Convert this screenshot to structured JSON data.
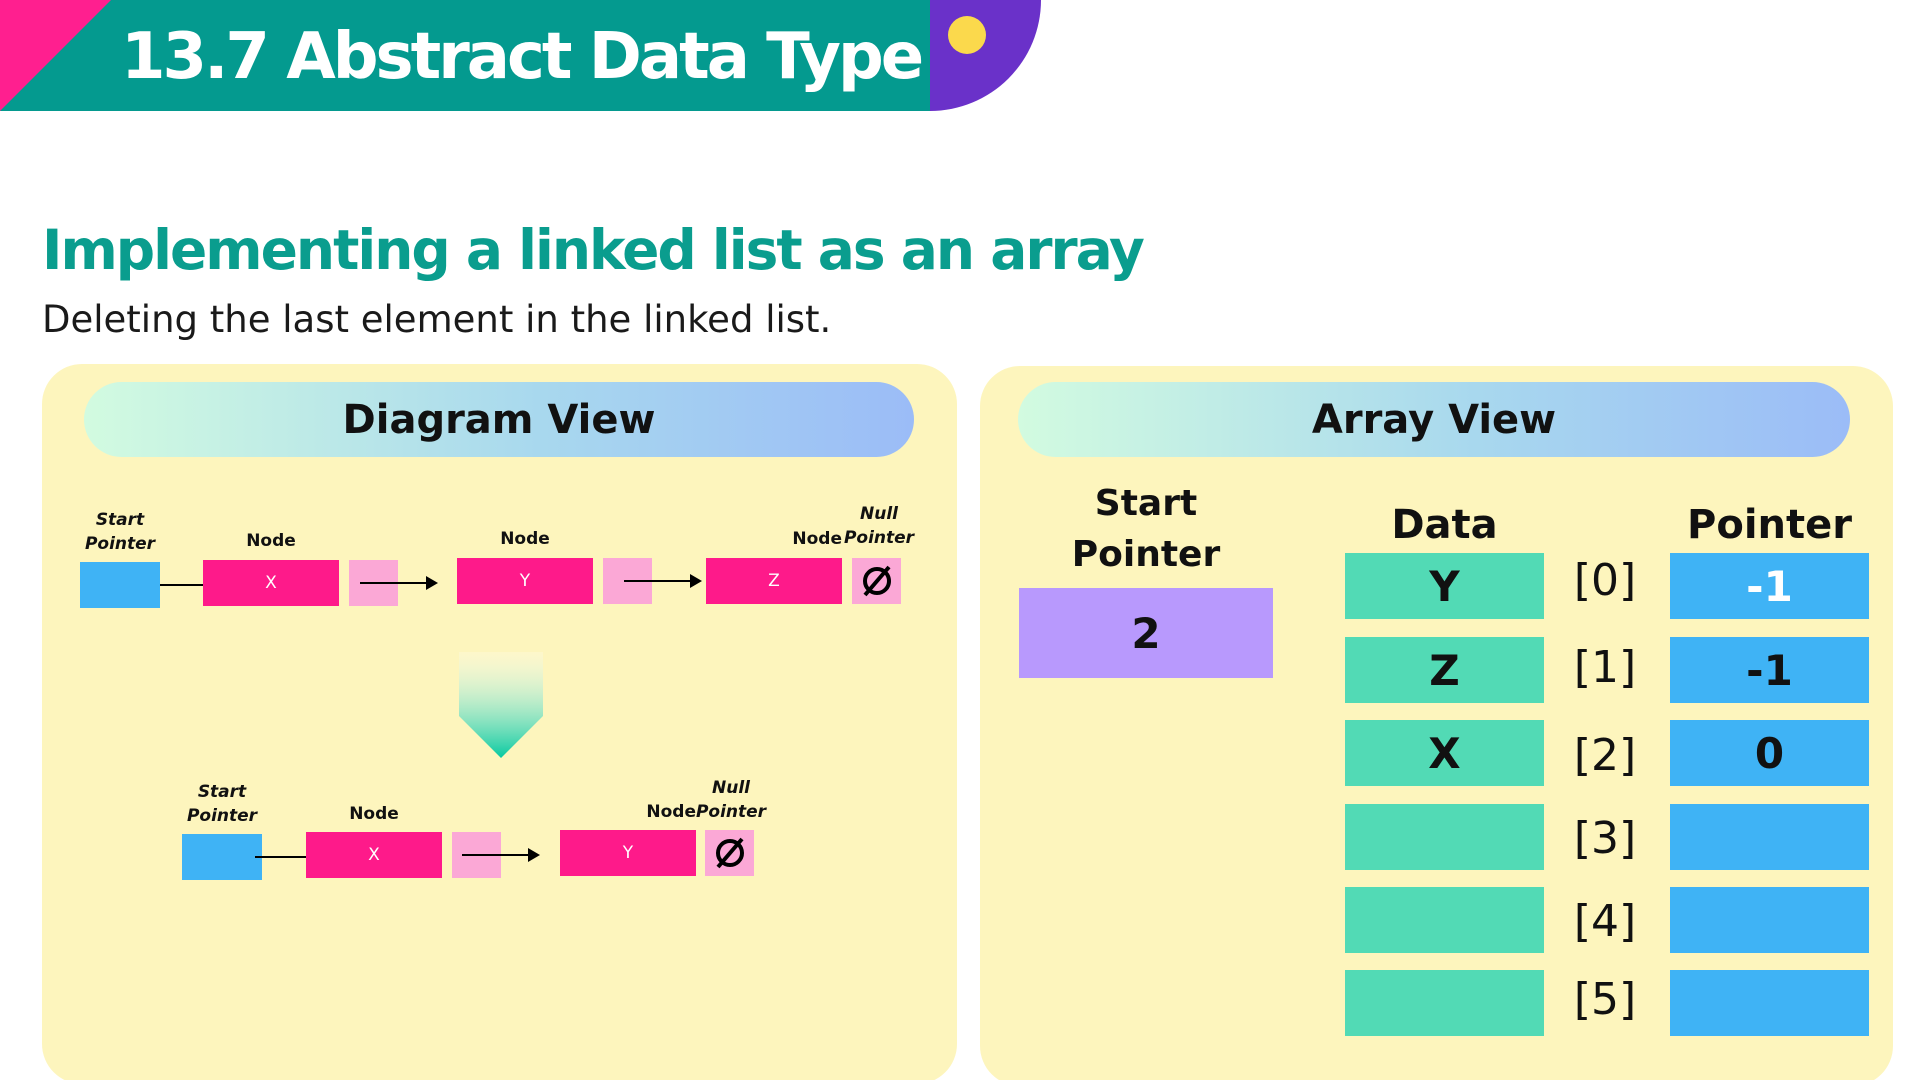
{
  "header": {
    "title": "13.7 Abstract Data Type",
    "colors": {
      "teal": "#049a8f",
      "pink": "#ff1f8f",
      "purple": "#6a31c9",
      "yellow": "#fbd94c"
    }
  },
  "heading": "Implementing a linked list as an array",
  "subheading": "Deleting the last element in the linked list.",
  "diagram_view": {
    "title": "Diagram View",
    "before": {
      "start_label_line1": "Start",
      "start_label_line2": "Pointer",
      "null_label_line1": "Null",
      "null_label_line2": "Pointer",
      "null_symbol": "⌀",
      "nodes": [
        {
          "label": "Node",
          "value": "X"
        },
        {
          "label": "Node",
          "value": "Y"
        },
        {
          "label": "Node",
          "value": "Z"
        }
      ]
    },
    "after": {
      "start_label_line1": "Start",
      "start_label_line2": "Pointer",
      "null_label_line1": "Null",
      "null_label_line2": "Pointer",
      "null_symbol": "⌀",
      "nodes": [
        {
          "label": "Node",
          "value": "X"
        },
        {
          "label": "Node",
          "value": "Y"
        }
      ]
    }
  },
  "array_view": {
    "title": "Array View",
    "start_pointer_line1": "Start",
    "start_pointer_line2": "Pointer",
    "start_pointer_value": "2",
    "data_header": "Data",
    "pointer_header": "Pointer",
    "rows": [
      {
        "index": "[0]",
        "data": "Y",
        "pointer": "-1"
      },
      {
        "index": "[1]",
        "data": "Z",
        "pointer": "-1"
      },
      {
        "index": "[2]",
        "data": "X",
        "pointer": "0"
      },
      {
        "index": "[3]",
        "data": "",
        "pointer": ""
      },
      {
        "index": "[4]",
        "data": "",
        "pointer": ""
      },
      {
        "index": "[5]",
        "data": "",
        "pointer": ""
      }
    ]
  }
}
